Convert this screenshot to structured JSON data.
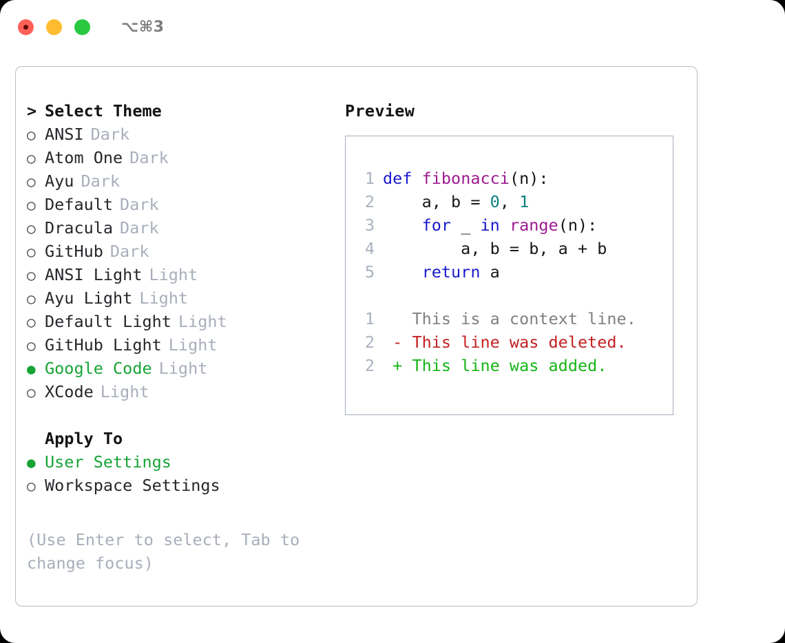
{
  "window": {
    "title": "⌥⌘3",
    "controls": [
      {
        "name": "close",
        "color": "#ff6058"
      },
      {
        "name": "minimize",
        "color": "#febc2e"
      },
      {
        "name": "zoom",
        "color": "#28c840"
      }
    ]
  },
  "theme_picker": {
    "header_marker": ">",
    "header_label": "Select Theme",
    "selected_theme": "Google Code",
    "selected_marker": "●",
    "unselected_marker": "○",
    "items": [
      {
        "marker": "○",
        "label": "ANSI",
        "variant": "Dark",
        "selected": false
      },
      {
        "marker": "○",
        "label": "Atom One",
        "variant": "Dark",
        "selected": false
      },
      {
        "marker": "○",
        "label": "Ayu",
        "variant": "Dark",
        "selected": false
      },
      {
        "marker": "○",
        "label": "Default",
        "variant": "Dark",
        "selected": false
      },
      {
        "marker": "○",
        "label": "Dracula",
        "variant": "Dark",
        "selected": false
      },
      {
        "marker": "○",
        "label": "GitHub",
        "variant": "Dark",
        "selected": false
      },
      {
        "marker": "○",
        "label": "ANSI Light",
        "variant": "Light",
        "selected": false
      },
      {
        "marker": "○",
        "label": "Ayu Light",
        "variant": "Light",
        "selected": false
      },
      {
        "marker": "○",
        "label": "Default Light",
        "variant": "Light",
        "selected": false
      },
      {
        "marker": "○",
        "label": "GitHub Light",
        "variant": "Light",
        "selected": false
      },
      {
        "marker": "●",
        "label": "Google Code",
        "variant": "Light",
        "selected": true
      },
      {
        "marker": "○",
        "label": "XCode",
        "variant": "Light",
        "selected": false
      }
    ]
  },
  "apply_to": {
    "header_label": "Apply To",
    "selected_option": "User Settings",
    "items": [
      {
        "marker": "●",
        "label": "User Settings",
        "selected": true
      },
      {
        "marker": "○",
        "label": "Workspace Settings",
        "selected": false
      }
    ]
  },
  "hint": {
    "line1": "(Use Enter to select, Tab to",
    "line2": "change focus)"
  },
  "preview": {
    "title": "Preview",
    "code_lines": [
      {
        "num": "1",
        "tokens": [
          {
            "t": "def",
            "c": "kw"
          },
          {
            "t": " ",
            "c": "pln"
          },
          {
            "t": "fibonacci",
            "c": "fn"
          },
          {
            "t": "(n):",
            "c": "pln"
          }
        ]
      },
      {
        "num": "2",
        "tokens": [
          {
            "t": "    a, b = ",
            "c": "pln"
          },
          {
            "t": "0",
            "c": "num"
          },
          {
            "t": ", ",
            "c": "pln"
          },
          {
            "t": "1",
            "c": "num"
          }
        ]
      },
      {
        "num": "3",
        "tokens": [
          {
            "t": "    ",
            "c": "pln"
          },
          {
            "t": "for",
            "c": "kw"
          },
          {
            "t": " _ ",
            "c": "pln"
          },
          {
            "t": "in",
            "c": "kw"
          },
          {
            "t": " ",
            "c": "pln"
          },
          {
            "t": "range",
            "c": "fn"
          },
          {
            "t": "(n):",
            "c": "pln"
          }
        ]
      },
      {
        "num": "4",
        "tokens": [
          {
            "t": "        a, b = b, a + b",
            "c": "pln"
          }
        ]
      },
      {
        "num": "5",
        "tokens": [
          {
            "t": "    ",
            "c": "pln"
          },
          {
            "t": "return",
            "c": "kw"
          },
          {
            "t": " a",
            "c": "pln"
          }
        ]
      }
    ],
    "diff_lines": [
      {
        "num": "1",
        "sign": " ",
        "text": "This is a context line.",
        "kind": "ctx"
      },
      {
        "num": "2",
        "sign": "-",
        "text": "This line was deleted.",
        "kind": "del"
      },
      {
        "num": "2",
        "sign": "+",
        "text": "This line was added.",
        "kind": "add"
      }
    ]
  },
  "colors": {
    "accent_green": "#17a436",
    "muted": "#a8aebb",
    "keyword": "#1a1acc",
    "function": "#9c1a8f",
    "number": "#0c7f7f",
    "deleted": "#c42121",
    "added": "#16b516",
    "context": "#808080",
    "border": "#a4acba"
  }
}
